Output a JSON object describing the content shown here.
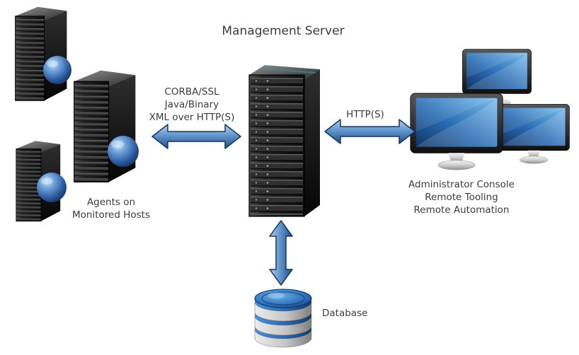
{
  "diagram": {
    "title": "Management Server",
    "connections": {
      "agents_server": {
        "line1": "CORBA/SSL",
        "line2": "Java/Binary",
        "line3": "XML over HTTP(S)"
      },
      "server_console": {
        "label": "HTTP(S)"
      }
    },
    "nodes": {
      "agents": {
        "line1": "Agents on",
        "line2": "Monitored Hosts"
      },
      "console": {
        "line1": "Administrator Console",
        "line2": "Remote Tooling",
        "line3": "Remote Automation"
      },
      "database": {
        "label": "Database"
      }
    },
    "colors": {
      "arrow_light": "#b3cfec",
      "arrow_dark": "#1d4e89",
      "screen_blue": "#2a6db5",
      "text": "#3b3b3b",
      "background": "#ffffff"
    }
  }
}
